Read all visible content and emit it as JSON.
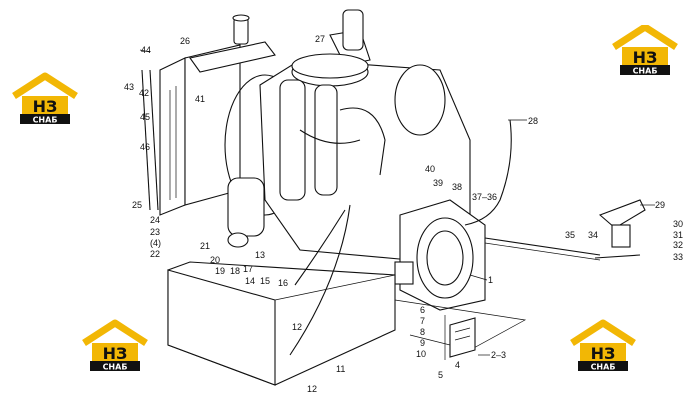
{
  "callouts": [
    {
      "id": "c44",
      "text": "44"
    },
    {
      "id": "c43",
      "text": "43"
    },
    {
      "id": "c42",
      "text": "42"
    },
    {
      "id": "c26",
      "text": "26"
    },
    {
      "id": "c27",
      "text": "27"
    },
    {
      "id": "c41",
      "text": "41"
    },
    {
      "id": "c45",
      "text": "45"
    },
    {
      "id": "c46",
      "text": "46"
    },
    {
      "id": "c28",
      "text": "28"
    },
    {
      "id": "c25",
      "text": "25"
    },
    {
      "id": "c40",
      "text": "40"
    },
    {
      "id": "c39",
      "text": "39"
    },
    {
      "id": "c38",
      "text": "38"
    },
    {
      "id": "c3736",
      "text": "37–36"
    },
    {
      "id": "c24",
      "text": "24"
    },
    {
      "id": "c23",
      "text": "23"
    },
    {
      "id": "c4p",
      "text": "(4)"
    },
    {
      "id": "c22",
      "text": "22"
    },
    {
      "id": "c21",
      "text": "21"
    },
    {
      "id": "c20",
      "text": "20"
    },
    {
      "id": "c19",
      "text": "19"
    },
    {
      "id": "c18",
      "text": "18"
    },
    {
      "id": "c17",
      "text": "17"
    },
    {
      "id": "c13",
      "text": "13"
    },
    {
      "id": "c14",
      "text": "14"
    },
    {
      "id": "c15",
      "text": "15"
    },
    {
      "id": "c16",
      "text": "16"
    },
    {
      "id": "c29",
      "text": "29"
    },
    {
      "id": "c30",
      "text": "30"
    },
    {
      "id": "c31",
      "text": "31"
    },
    {
      "id": "c32",
      "text": "32"
    },
    {
      "id": "c33",
      "text": "33"
    },
    {
      "id": "c35",
      "text": "35"
    },
    {
      "id": "c34",
      "text": "34"
    },
    {
      "id": "c1",
      "text": "1"
    },
    {
      "id": "c12a",
      "text": "12"
    },
    {
      "id": "c11",
      "text": "11"
    },
    {
      "id": "c12b",
      "text": "12"
    },
    {
      "id": "c6",
      "text": "6"
    },
    {
      "id": "c7",
      "text": "7"
    },
    {
      "id": "c8",
      "text": "8"
    },
    {
      "id": "c9",
      "text": "9"
    },
    {
      "id": "c10",
      "text": "10"
    },
    {
      "id": "c23b",
      "text": "2–3"
    },
    {
      "id": "c4",
      "text": "4"
    },
    {
      "id": "c5",
      "text": "5"
    }
  ],
  "logo": {
    "letters": "НЗ",
    "word": "СНАБ",
    "brand_color": "#f2b705",
    "dark_color": "#111111"
  }
}
